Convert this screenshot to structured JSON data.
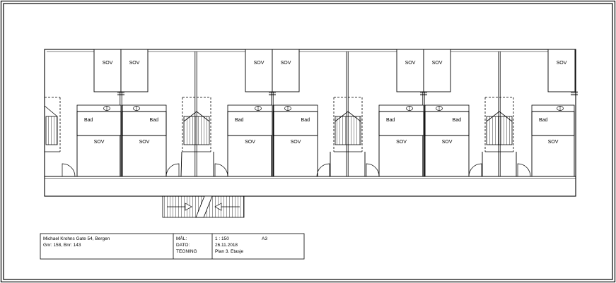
{
  "plan": {
    "room_labels": {
      "sov": "SOV",
      "bad": "Bad"
    }
  },
  "title_block": {
    "address": "Michael Krohns Gate 54, Bergen",
    "property_ids": "Gnr: 158, Bnr: 143",
    "labels": {
      "scale": "MÅL:",
      "date": "DATO:",
      "drawing": "TEGNING"
    },
    "scale": "1 : 150",
    "paper_size": "A3",
    "date": "26.11.2018",
    "drawing_title": "Plan 3. Etasje"
  }
}
